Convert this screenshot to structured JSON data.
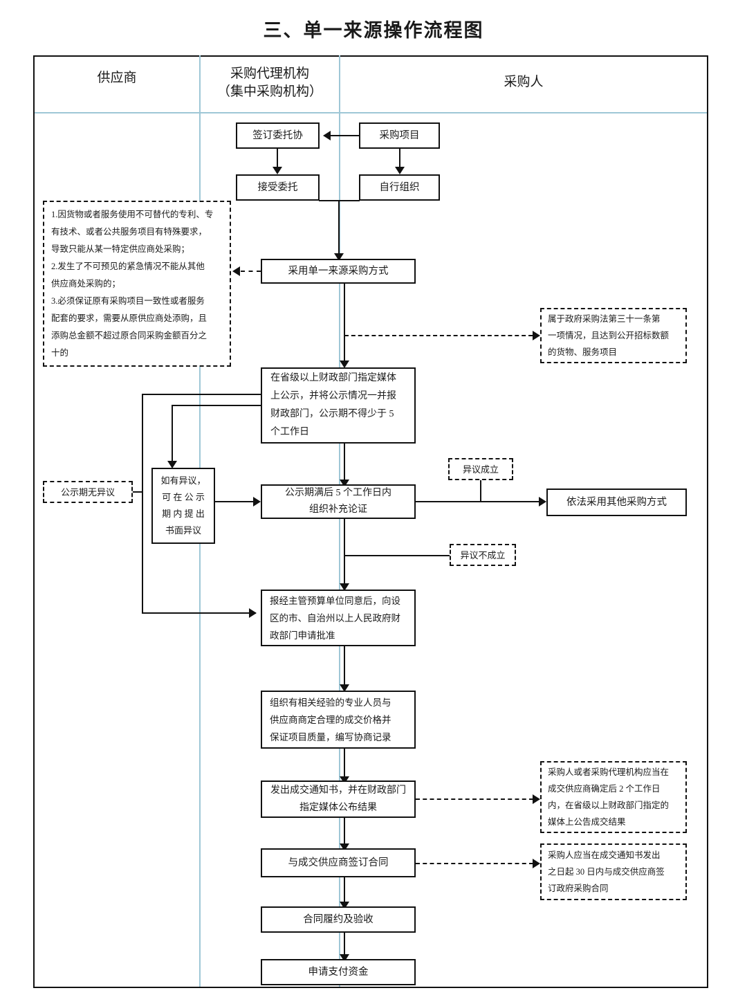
{
  "page": {
    "title": "三、单一来源操作流程图"
  },
  "lanes": [
    {
      "id": "supplier",
      "label": "供应商"
    },
    {
      "id": "agency",
      "label": "采购代理机构\n（集中采购机构）",
      "line1": "采购代理机构",
      "line2": "（集中采购机构）"
    },
    {
      "id": "purchaser",
      "label": "采购人"
    }
  ],
  "nodes": {
    "sign_entrust": {
      "label": "签订委托协",
      "shape": "process",
      "lane": "agency"
    },
    "purchase_project": {
      "label": "采购项目",
      "shape": "process",
      "lane": "purchaser"
    },
    "accept_entrust": {
      "label": "接受委托",
      "shape": "process",
      "lane": "agency"
    },
    "self_organize": {
      "label": "自行组织",
      "shape": "process",
      "lane": "purchaser"
    },
    "adopt_single": {
      "label": "采用单一来源采购方式",
      "shape": "process",
      "lane": "agency"
    },
    "publicize": {
      "label": "在省级以上财政部门指定媒体上公示，并将公示情况一并报财政部门，公示期不得少于 5 个工作日",
      "shape": "process",
      "lane": "agency"
    },
    "objection_box": {
      "label": "如有异议，可在公示期内提出书面异议",
      "shape": "process",
      "lane": "supplier"
    },
    "supplement_demo": {
      "label": "公示期满后 5 个工作日内组织补充论证",
      "shape": "process",
      "lane": "agency"
    },
    "other_method": {
      "label": "依法采用其他采购方式",
      "shape": "process",
      "lane": "purchaser"
    },
    "apply_approval": {
      "label": "报经主管预算单位同意后，向设区的市、自治州以上人民政府财政部门申请批准",
      "shape": "process",
      "lane": "agency"
    },
    "negotiate_price": {
      "label": "组织有相关经验的专业人员与供应商商定合理的成交价格并保证项目质量，编写协商记录",
      "shape": "process",
      "lane": "agency"
    },
    "issue_notice": {
      "label": "发出成交通知书，并在财政部门指定媒体公布结果",
      "shape": "process",
      "lane": "agency"
    },
    "sign_contract": {
      "label": "与成交供应商签订合同",
      "shape": "process",
      "lane": "agency"
    },
    "perform_accept": {
      "label": "合同履约及验收",
      "shape": "process",
      "lane": "agency"
    },
    "apply_payment": {
      "label": "申请支付资金",
      "shape": "process",
      "lane": "agency"
    }
  },
  "annotations": {
    "single_source_conditions": {
      "lines": [
        "1.因货物或者服务使用不可替代的专利、专",
        "有技术、或者公共服务项目有特殊要求，",
        "导致只能从某一特定供应商处采购；",
        "2.发生了不可预见的紧急情况不能从其他",
        "供应商处采购的；",
        "3.必须保证原有采购项目一致性或者服务",
        "配套的要求，需要从原供应商处添购，且",
        "添购总金额不超过原合同采购金额百分之",
        "十的"
      ]
    },
    "law_article_31": {
      "lines": [
        "属于政府采购法第三十一条第",
        "一项情况，且达到公开招标数额",
        "的货物、服务项目"
      ]
    },
    "no_objection": {
      "label": "公示期无异议"
    },
    "objection_valid": {
      "label": "异议成立"
    },
    "objection_invalid": {
      "label": "异议不成立"
    },
    "announce_result": {
      "lines": [
        "采购人或者采购代理机构应当在",
        "成交供应商确定后 2 个工作日",
        "内，在省级以上财政部门指定的",
        "媒体上公告成交结果"
      ]
    },
    "contract_30days": {
      "lines": [
        "采购人应当在成交通知书发出",
        "之日起 30 日内与成交供应商签",
        "订政府采购合同"
      ]
    }
  },
  "colors": {
    "line": "#111111",
    "lane_divider": "#9ec7d6",
    "background": "#ffffff"
  }
}
